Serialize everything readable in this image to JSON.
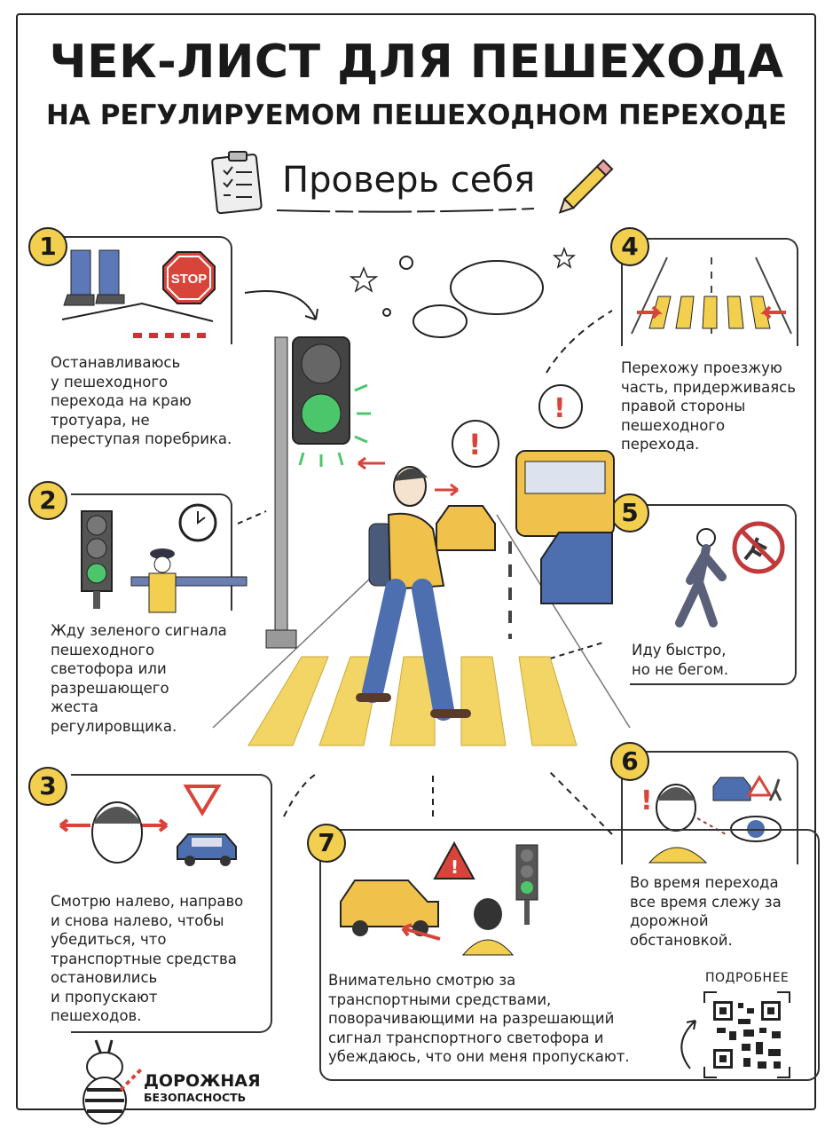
{
  "header": {
    "title": "ЧЕК-ЛИСТ ДЛЯ ПЕШЕХОДА",
    "subtitle": "НА РЕГУЛИРУЕМОМ ПЕШЕХОДНОМ ПЕРЕХОДЕ",
    "tagline": "Проверь себя"
  },
  "steps": [
    {
      "number": "1",
      "sign": "STOP",
      "lines": [
        "Останавливаюсь",
        "у пешеходного",
        "перехода на краю",
        "тротуара, не",
        "переступая поребрика."
      ]
    },
    {
      "number": "2",
      "lines": [
        "Жду зеленого сигнала",
        "пешеходного",
        "светофора или",
        "разрешающего",
        "жеста",
        "регулировщика."
      ]
    },
    {
      "number": "3",
      "lines": [
        "Смотрю налево, направо",
        "и снова налево, чтобы",
        "убедиться, что",
        "транспортные средства",
        "остановились",
        "и пропускают",
        "пешеходов."
      ]
    },
    {
      "number": "4",
      "lines": [
        "Перехожу проезжую",
        "часть, придерживаясь",
        "правой стороны",
        "пешеходного",
        "перехода."
      ]
    },
    {
      "number": "5",
      "lines": [
        "Иду быстро,",
        "но не бегом."
      ]
    },
    {
      "number": "6",
      "lines": [
        "Во время перехода",
        "все время слежу за",
        "дорожной",
        "обстановкой."
      ]
    },
    {
      "number": "7",
      "lines": [
        "Внимательно смотрю за",
        "транспортными средствами,",
        "поворачивающими на разрешающий",
        "сигнал транспортного светофора и",
        "убеждаюсь, что они меня пропускают."
      ]
    }
  ],
  "qr": {
    "label": "ПОДРОБНЕЕ"
  },
  "logo": {
    "line1": "ДОРОЖНАЯ",
    "line2": "БЕЗОПАСНОСТЬ"
  },
  "colors": {
    "accent": "#f3cf4f",
    "green": "#4cc66a",
    "red": "#d9443a",
    "blue": "#4d6fb0"
  }
}
